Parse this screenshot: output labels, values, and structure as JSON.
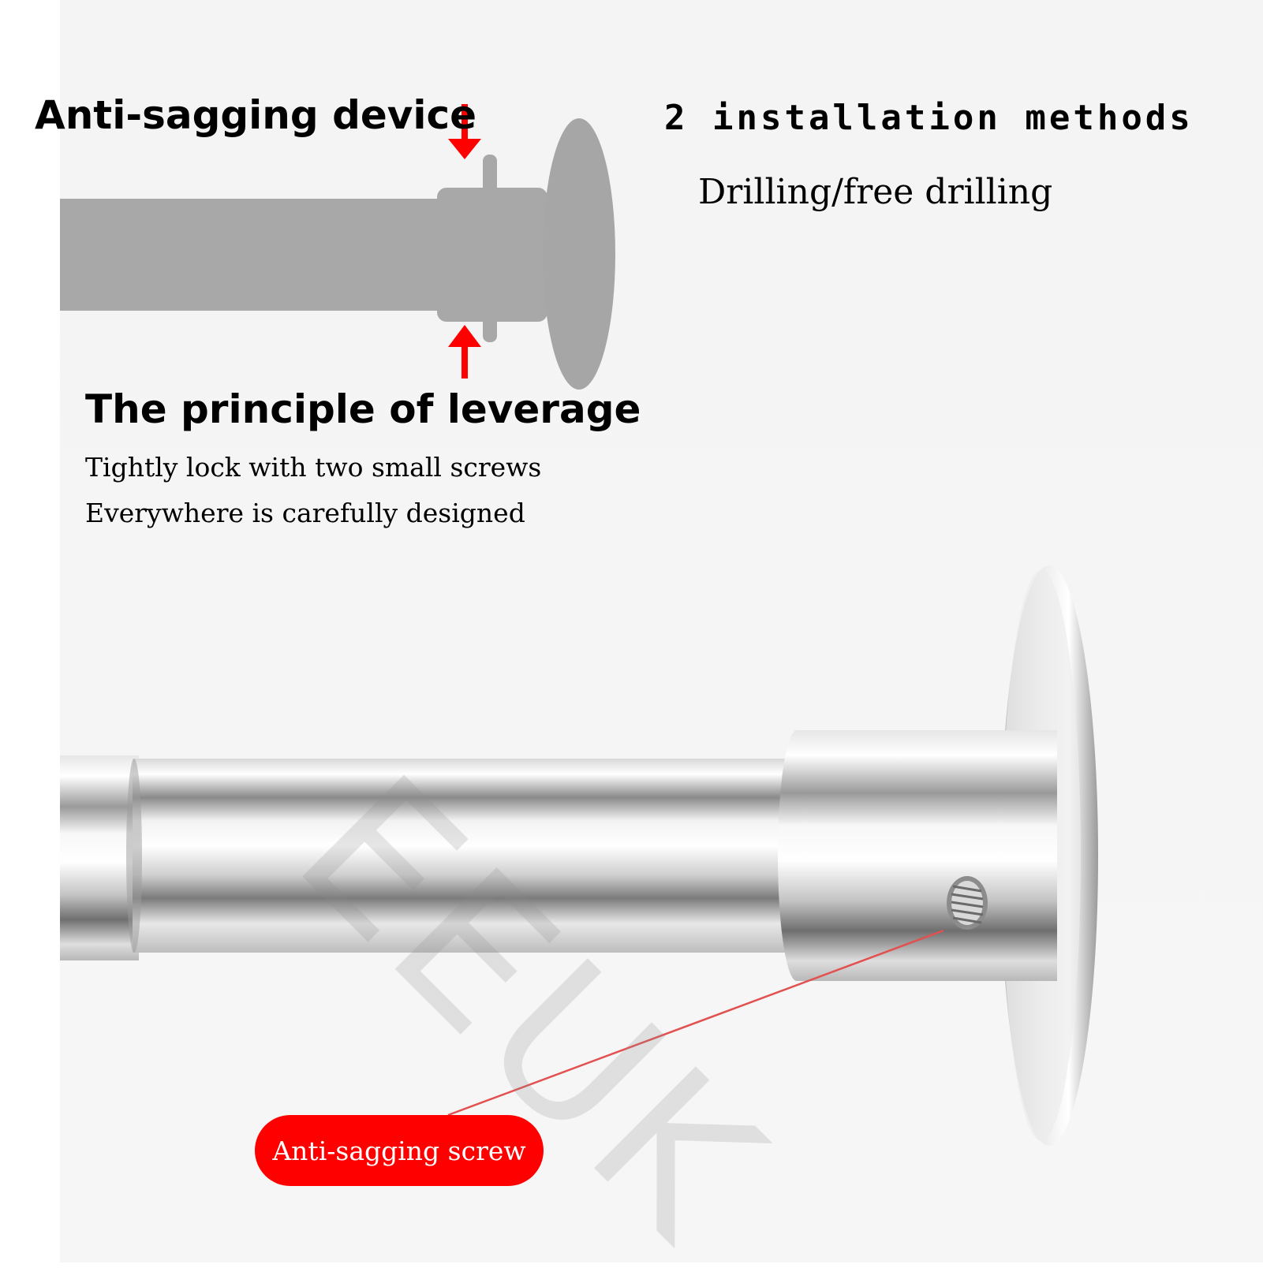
{
  "headings": {
    "anti_sagging_device": "Anti-sagging device",
    "installation_methods": "2 installation methods",
    "drilling": "Drilling/free drilling",
    "principle": "The principle of leverage",
    "lock_screws": "Tightly lock with two small screws",
    "designed": "Everywhere is carefully designed"
  },
  "callout": {
    "label": "Anti-sagging screw"
  },
  "watermark": "EEUK",
  "colors": {
    "accent_red": "#ff0000",
    "diagram_gray": "#a6a6a6",
    "background": "#f5f5f5"
  }
}
